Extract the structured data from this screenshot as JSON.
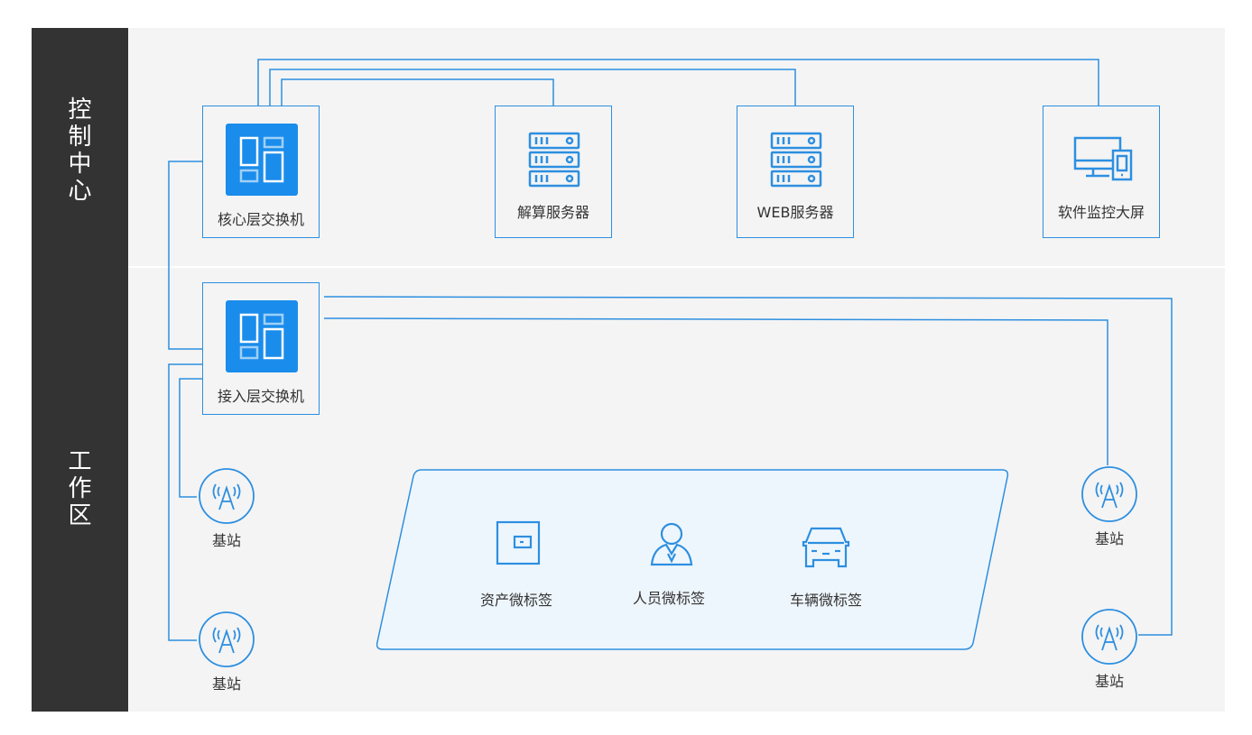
{
  "sections": {
    "control_center": [
      "控",
      "制",
      "中",
      "心"
    ],
    "work_area": [
      "工",
      "作",
      "区"
    ]
  },
  "nodes": {
    "core_switch": "核心层交换机",
    "calc_server": "解算服务器",
    "web_server": "WEB服务器",
    "monitor_screen": "软件监控大屏",
    "access_switch": "接入层交换机"
  },
  "stations": {
    "label": "基站"
  },
  "tags": {
    "asset": "资产微标签",
    "person": "人员微标签",
    "vehicle": "车辆微标签"
  },
  "colors": {
    "accent": "#2d8fe0",
    "sidebar": "#333333",
    "band": "#f4f4f4",
    "tag_panel": "#eef6fd"
  },
  "icons": {
    "switch": "switch-icon",
    "server": "server-icon",
    "monitor": "monitor-icon",
    "antenna": "antenna-icon",
    "asset": "wallet-icon",
    "person": "person-icon",
    "vehicle": "car-icon"
  }
}
